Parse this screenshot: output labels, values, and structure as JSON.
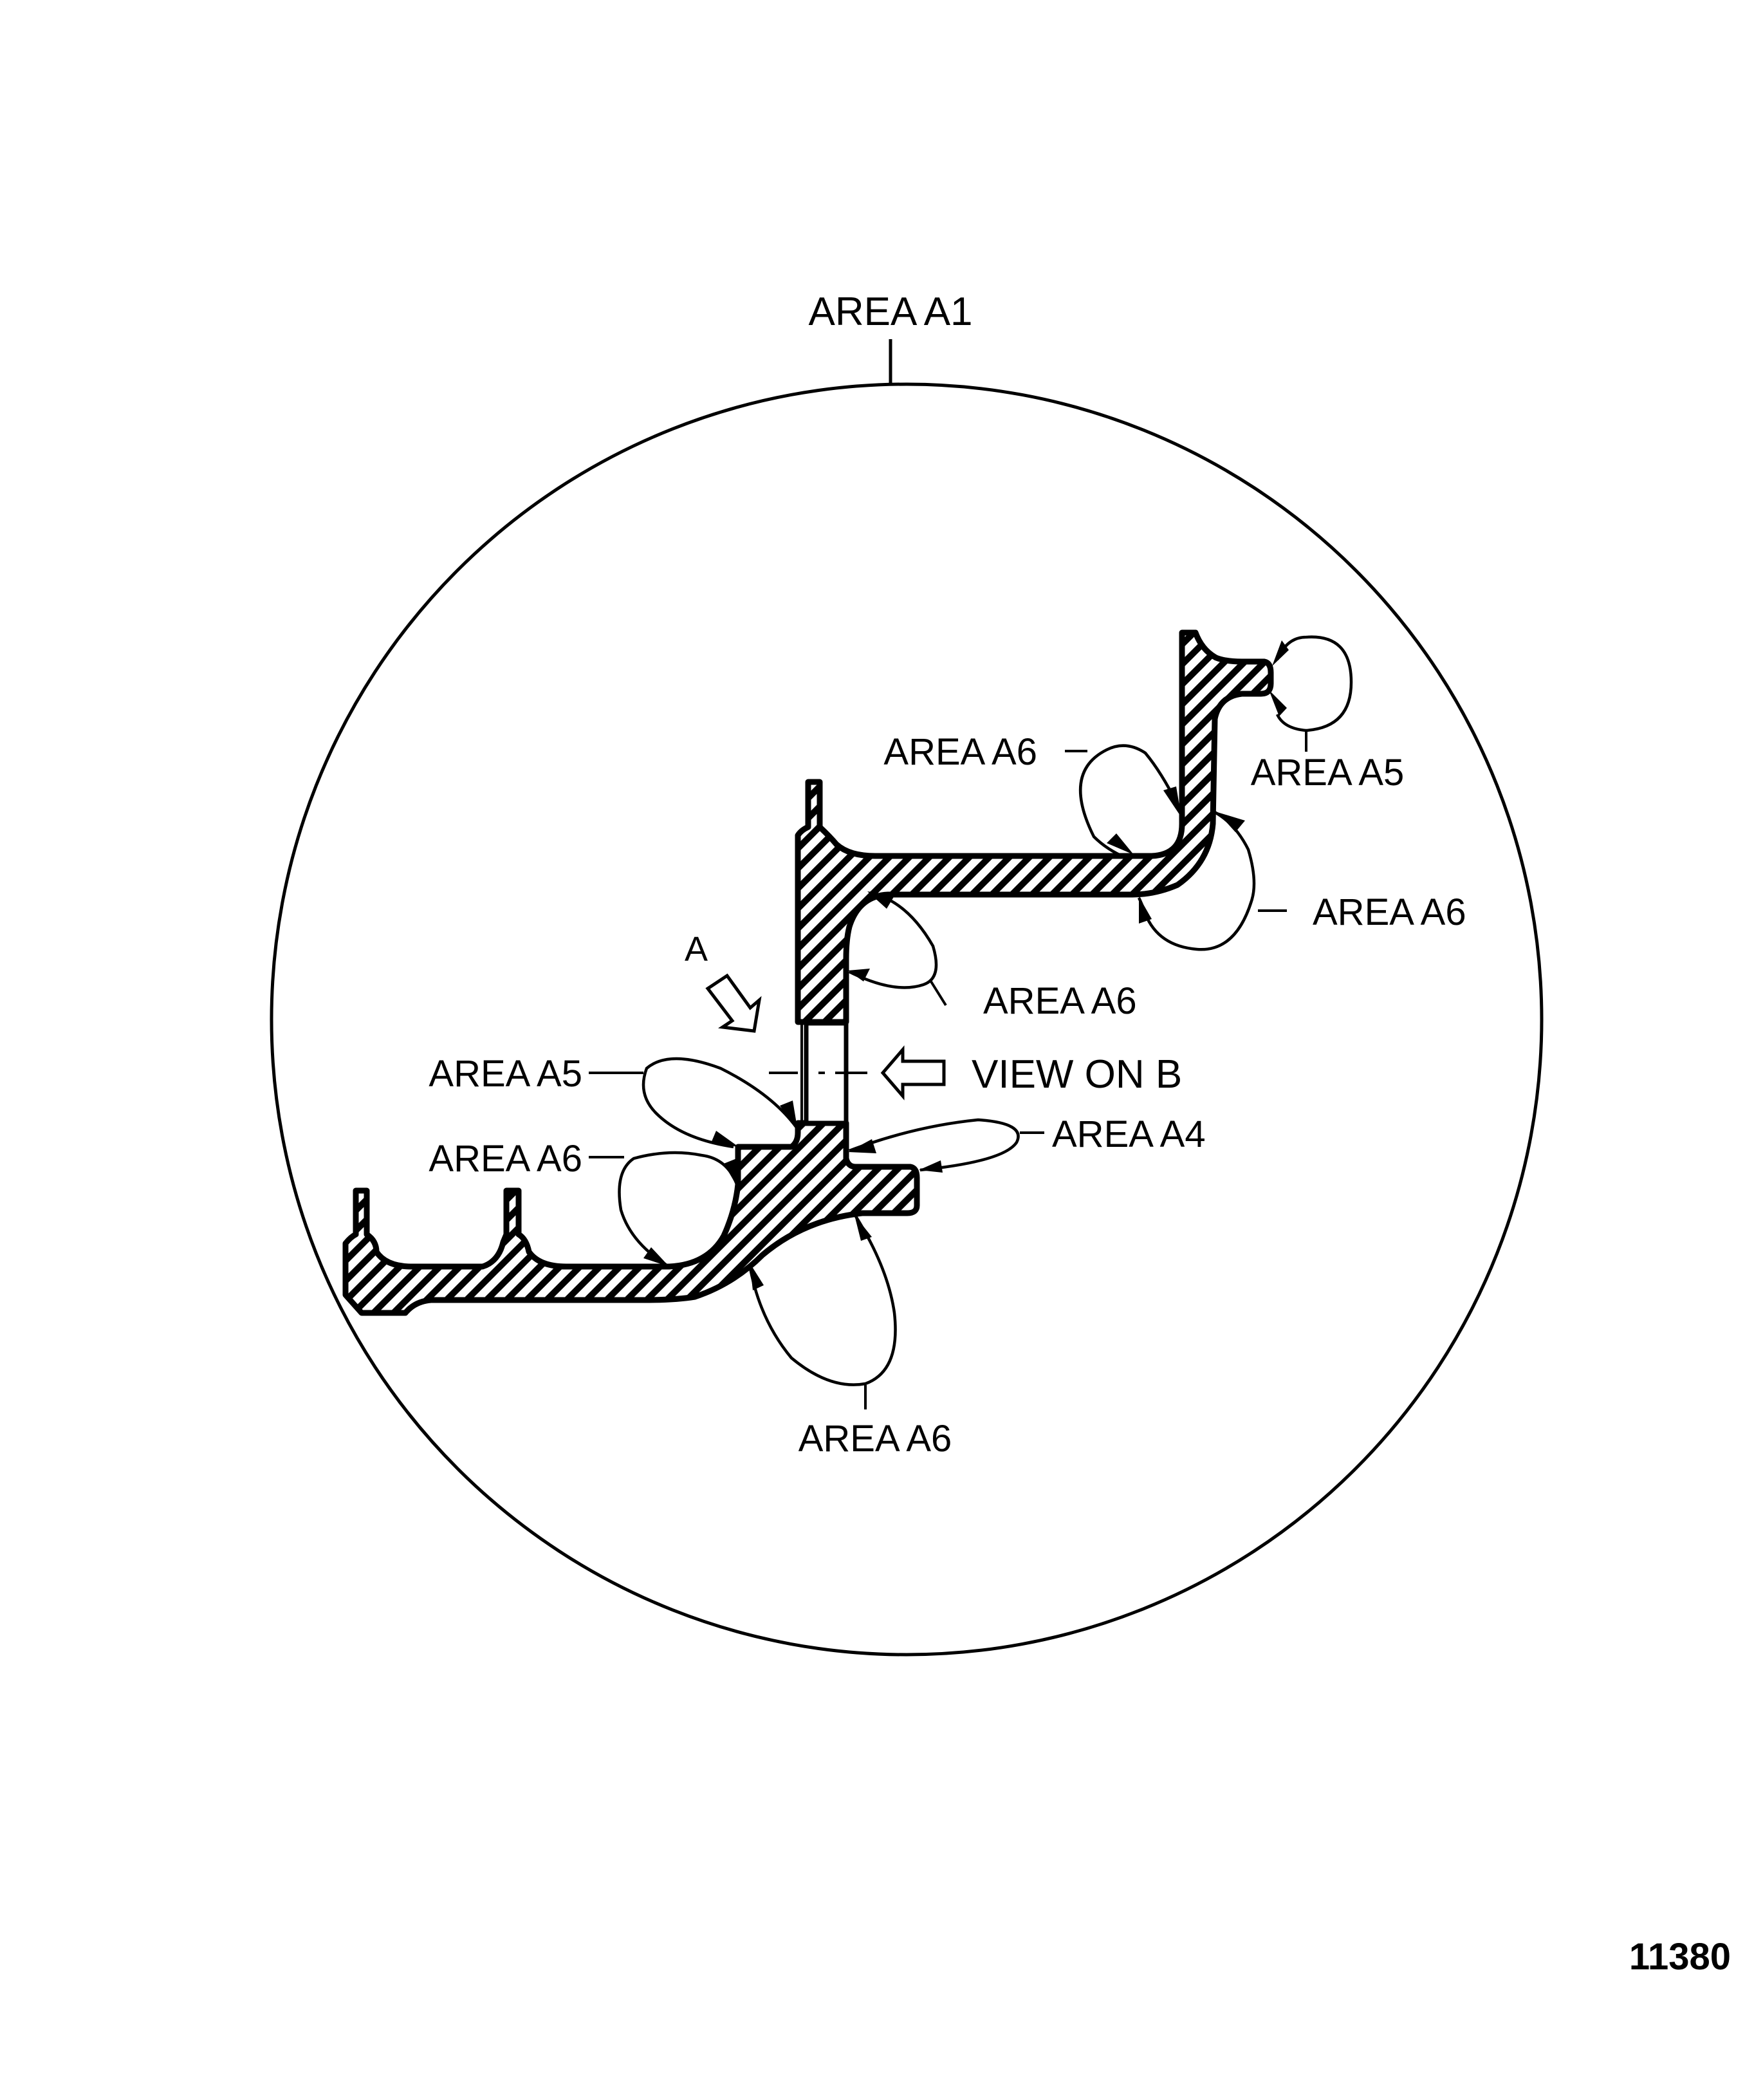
{
  "figure": {
    "number": "11380",
    "outer_circle_label": "AREA A1",
    "view_marker_label": "A",
    "view_label": "VIEW ON B"
  },
  "callouts": [
    {
      "id": "a5-top-right",
      "label": "AREA A5"
    },
    {
      "id": "a6-top-left",
      "label": "AREA A6"
    },
    {
      "id": "a6-right",
      "label": "AREA A6"
    },
    {
      "id": "a6-center",
      "label": "AREA A6"
    },
    {
      "id": "a5-left",
      "label": "AREA A5"
    },
    {
      "id": "a6-left",
      "label": "AREA A6"
    },
    {
      "id": "a4-right",
      "label": "AREA A4"
    },
    {
      "id": "a6-bottom",
      "label": "AREA A6"
    }
  ],
  "colors": {
    "ink": "#000000",
    "paper": "#ffffff"
  }
}
